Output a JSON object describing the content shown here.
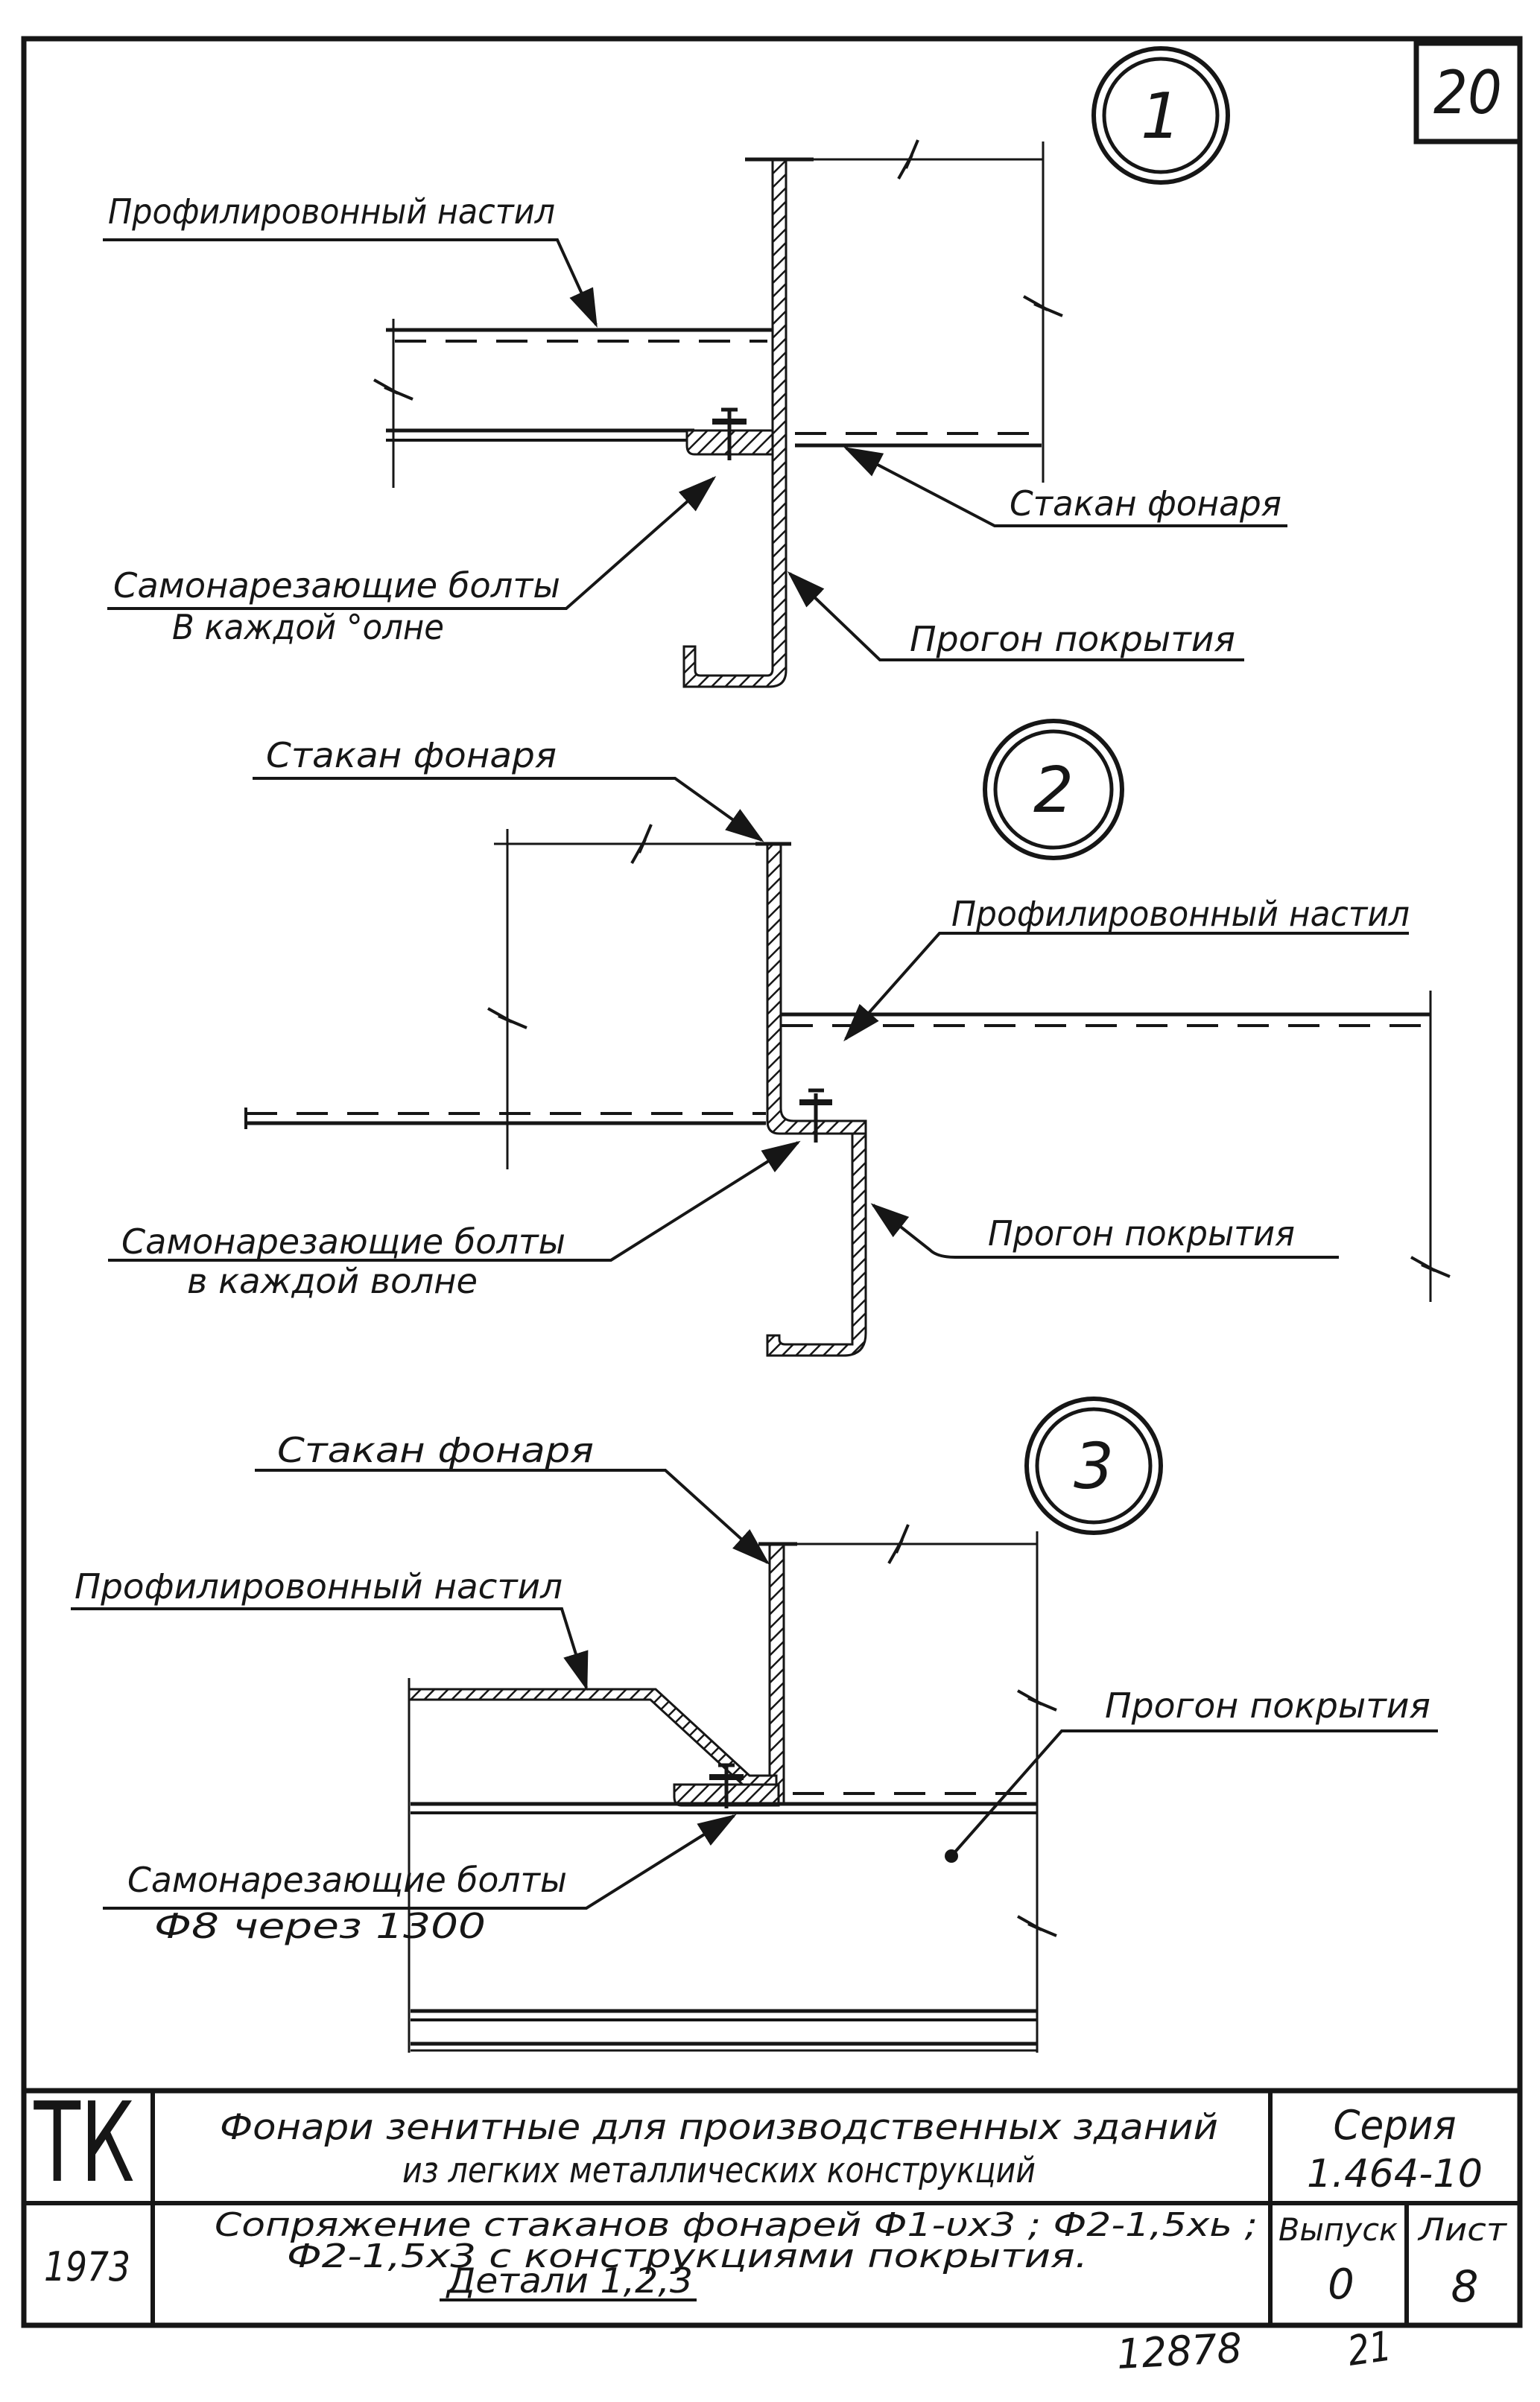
{
  "sheet": {
    "page_number": "20",
    "doc_number": "12878",
    "page_note": "21"
  },
  "details": [
    {
      "number": "1",
      "deck_label": "Профилировонный настил",
      "cup_label": "Стакан фонаря",
      "bolts_label_1": "Самонарезающие болты",
      "bolts_label_2": "В каждой °олне",
      "purlin_label": "Прогон покрытия"
    },
    {
      "number": "2",
      "deck_label": "Профилировонный настил",
      "cup_label": "Стакан фонаря",
      "bolts_label_1": "Самонарезающие болты",
      "bolts_label_2": "в каждой волне",
      "purlin_label": "Прогон покрытия"
    },
    {
      "number": "3",
      "deck_label": "Профилировонный настил",
      "cup_label": "Стакан фонаря",
      "bolts_label_1": "Самонарезающие болты",
      "bolts_label_2": "Ф8 через 1300",
      "purlin_label": "Прогон покрытия"
    }
  ],
  "title_block": {
    "org": "ТК",
    "year": "1973",
    "title_line1": "Фонари зенитные для производственных зданий",
    "title_line2": "из легких металлических конструкций",
    "series_label": "Серия",
    "series_value": "1.464-10",
    "subtitle_line1": "Сопряжение стаканов фонарей Ф1-υх3 ; Ф2-1,5хь ;",
    "subtitle_line2": "Ф2-1,5х3 с конструкциями покрытия.",
    "subtitle_line3": "Детали 1,2,3",
    "issue_label": "Выпуск",
    "issue_value": "0",
    "sheet_label": "Лист",
    "sheet_value": "8"
  }
}
